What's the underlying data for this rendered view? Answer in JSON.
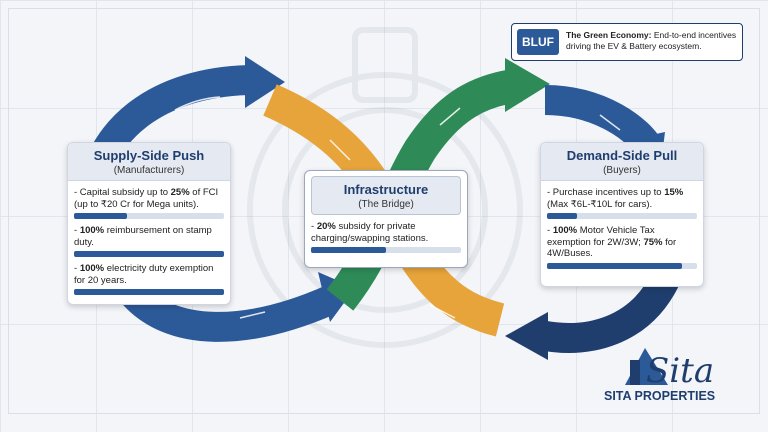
{
  "bluf": {
    "tag": "BLUF",
    "heading": "The Green Economy:",
    "text": " End-to-end incentives driving the EV & Battery ecosystem."
  },
  "supply": {
    "title": "Supply-Side Push",
    "subtitle": "(Manufacturers)",
    "items": [
      {
        "pre": "- Capital subsidy up to ",
        "strong": "25%",
        "post": " of FCI (up to ₹20 Cr for Mega units).",
        "level": 0.35
      },
      {
        "pre": "- ",
        "strong": "100%",
        "post": " reimbursement on stamp duty.",
        "level": 1.0
      },
      {
        "pre": "- ",
        "strong": "100%",
        "post": " electricity duty exemption for 20 years.",
        "level": 1.0
      }
    ]
  },
  "infra": {
    "title": "Infrastructure",
    "subtitle": "(The Bridge)",
    "items": [
      {
        "pre": "- ",
        "strong": "20%",
        "post": " subsidy for private charging/swapping stations.",
        "level": 0.5
      }
    ]
  },
  "demand": {
    "title": "Demand-Side Pull",
    "subtitle": "(Buyers)",
    "items": [
      {
        "pre": "- Purchase incentives up to ",
        "strong": "15%",
        "post": " (Max ₹6L-₹10L for cars).",
        "level": 0.2
      },
      {
        "pre": "- ",
        "strong": "100%",
        "post": " Motor Vehicle Tax exemption for 2W/3W; ",
        "strong2": "75%",
        "post2": " for 4W/Buses.",
        "level": 0.9
      }
    ]
  },
  "logo": {
    "script": "Sita",
    "name": "SITA PROPERTIES"
  },
  "colors": {
    "navy": "#1f3e6e",
    "blue": "#2c5a99",
    "orange": "#e7a43a",
    "green": "#2e8b57"
  }
}
